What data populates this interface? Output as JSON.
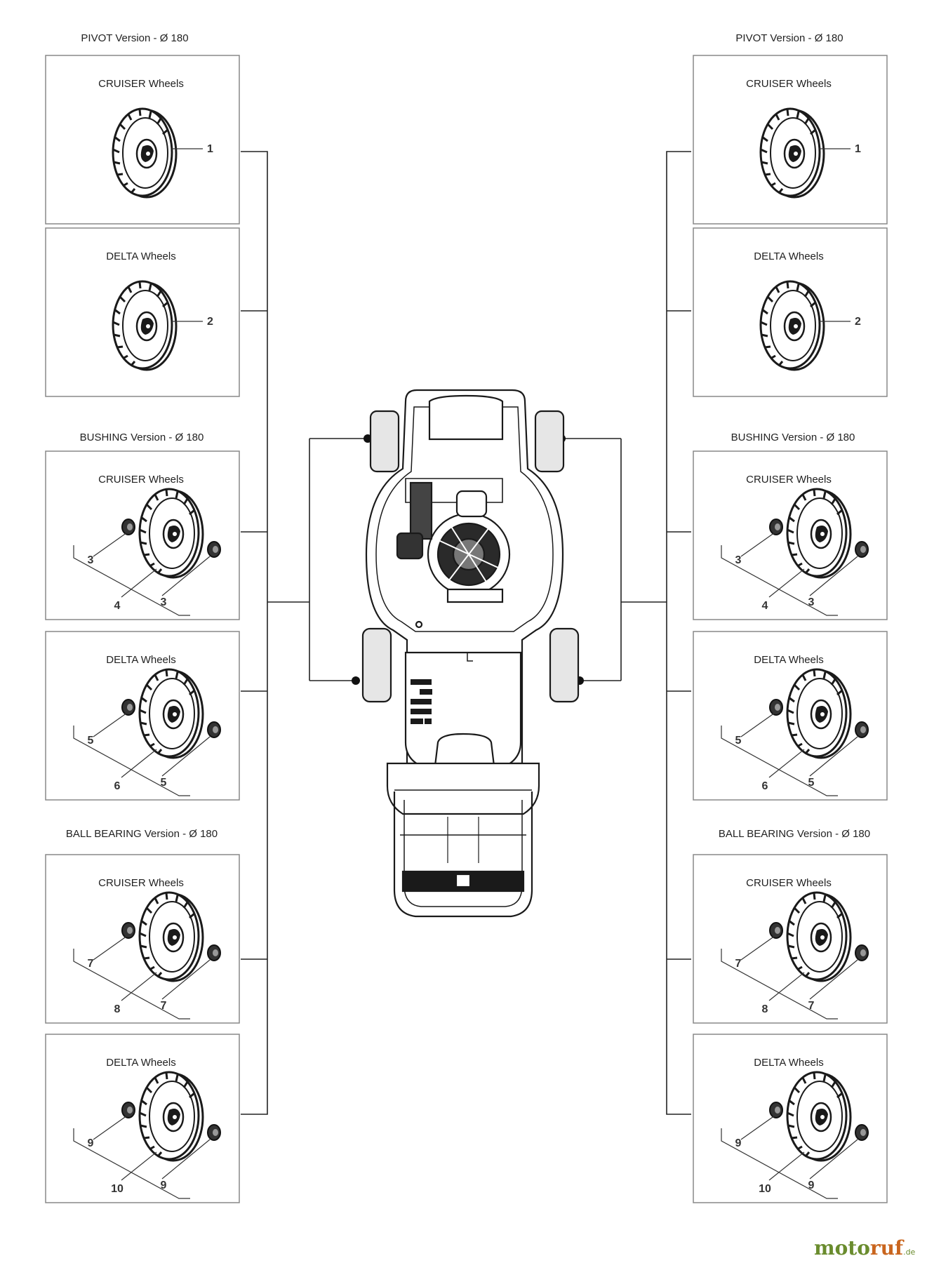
{
  "sections": {
    "pivot": "PIVOT Version - Ø 180",
    "bushing": "BUSHING Version - Ø 180",
    "ball_bearing": "BALL BEARING Version - Ø 180"
  },
  "wheels": {
    "cruiser": "CRUISER Wheels",
    "delta": "DELTA Wheels"
  },
  "panels": [
    {
      "section": "pivot",
      "wheel": "cruiser",
      "type": "pivot",
      "parts": [
        "1"
      ]
    },
    {
      "section": "pivot",
      "wheel": "delta",
      "type": "pivot",
      "parts": [
        "2"
      ]
    },
    {
      "section": "bushing",
      "wheel": "cruiser",
      "type": "bearing",
      "parts": [
        "3",
        "4",
        "3"
      ]
    },
    {
      "section": "bushing",
      "wheel": "delta",
      "type": "bearing",
      "parts": [
        "5",
        "6",
        "5"
      ]
    },
    {
      "section": "ball_bearing",
      "wheel": "cruiser",
      "type": "bearing",
      "parts": [
        "7",
        "8",
        "7"
      ]
    },
    {
      "section": "ball_bearing",
      "wheel": "delta",
      "type": "bearing",
      "parts": [
        "9",
        "10",
        "9"
      ]
    }
  ],
  "watermark": {
    "part1": "moto",
    "part2": "ruf",
    "suffix": ".de"
  },
  "colors": {
    "watermark_green": "#6a8c2e",
    "watermark_orange": "#c9651e"
  },
  "icons": [
    "wheel-icon",
    "bearing-icon",
    "lawnmower-topview-icon"
  ]
}
